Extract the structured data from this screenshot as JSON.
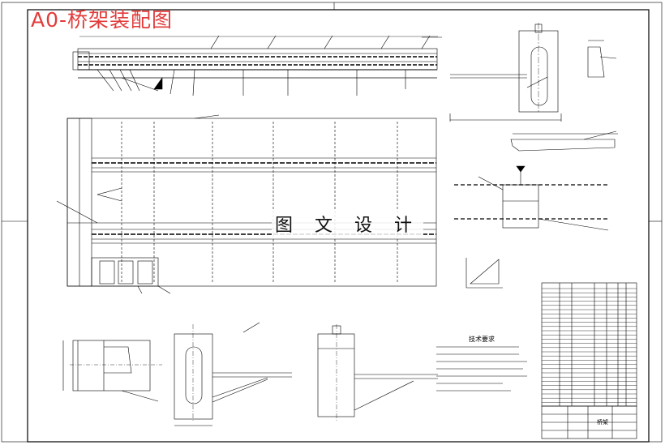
{
  "drawing": {
    "title": "A0-桥架装配图",
    "watermark": "图 文 设 计",
    "notes_title": "技术要求",
    "sheet_name": "桥架"
  },
  "colors": {
    "title_red": "#e23b3b",
    "line": "#000000",
    "paper": "#ffffff"
  }
}
